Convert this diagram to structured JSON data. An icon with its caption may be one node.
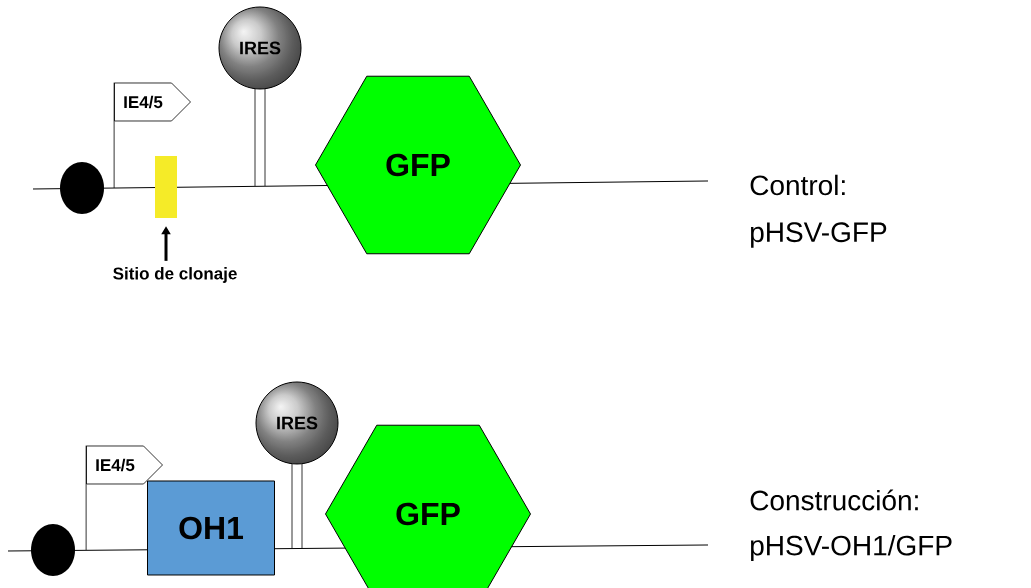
{
  "diagram": {
    "nodes": [
      {
        "text": [],
        "shape": "circle"
      },
      {
        "text": [
          "IE4/5"
        ]
      },
      {
        "text": [],
        "shape": "bar"
      },
      {
        "text": [
          "Sitio de clonaje"
        ]
      },
      {
        "text": [
          "IRES"
        ]
      },
      {
        "text": [
          "GFP"
        ]
      },
      {
        "text": [],
        "shape": "circle"
      },
      {
        "text": [
          "IE4/5"
        ]
      },
      {
        "text": [
          "OH1"
        ]
      },
      {
        "text": [
          "IRES"
        ]
      },
      {
        "text": [
          "GFP"
        ]
      }
    ],
    "edges": [
      {
        "from": 0,
        "to": 1,
        "arrow": "none"
      },
      {
        "from": 3,
        "to": 2,
        "arrow": "to",
        "style": "thick"
      },
      {
        "from": 6,
        "to": 7,
        "arrow": "none"
      }
    ],
    "labels": [
      "Control:",
      "pHSV-GFP",
      "Construcción:",
      "pHSV-OH1/GFP"
    ]
  }
}
